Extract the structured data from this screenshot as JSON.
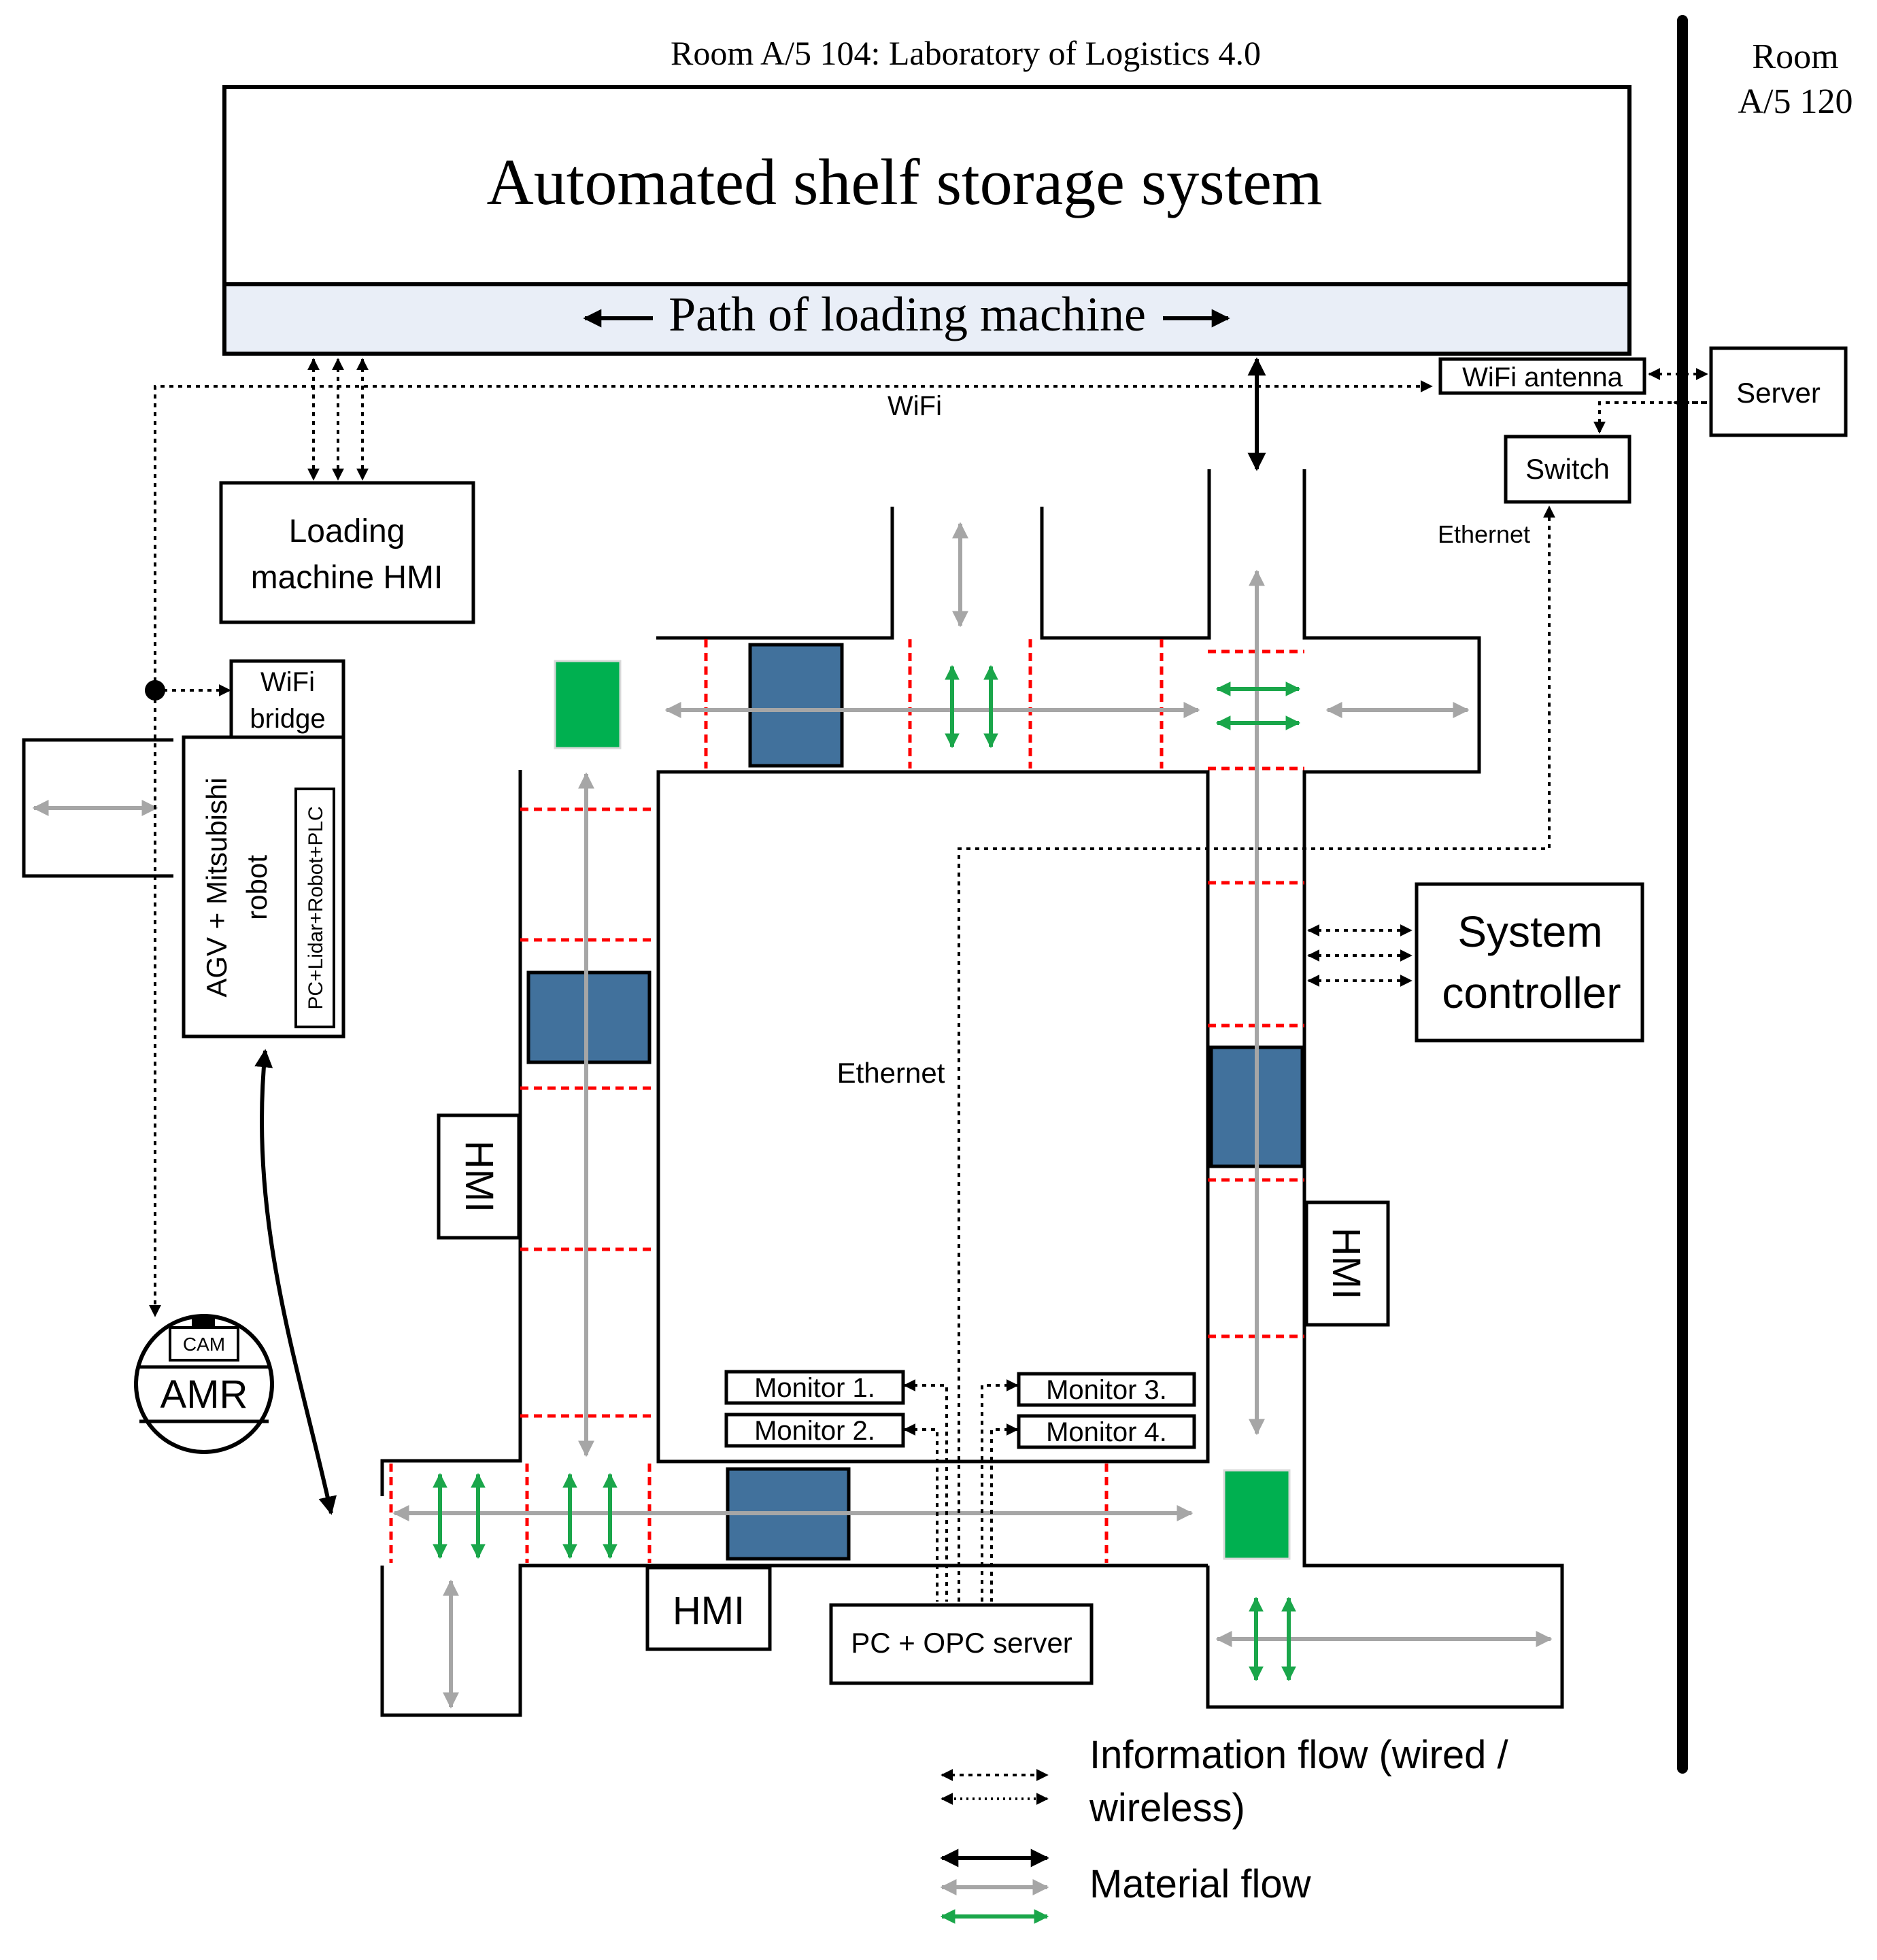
{
  "room_title": "Room A/5 104: Laboratory of Logistics 4.0",
  "room_right": [
    "Room",
    "A/5 120"
  ],
  "storage": {
    "title": "Automated shelf storage system",
    "path_label": "Path of loading machine"
  },
  "labels": {
    "wifi": "WiFi",
    "wifi_antenna": "WiFi antenna",
    "server": "Server",
    "switch": "Switch",
    "ethernet_small": "Ethernet",
    "ethernet_center": "Ethernet",
    "loading_hmi": [
      "Loading",
      "machine HMI"
    ],
    "wifi_bridge": [
      "WiFi",
      "bridge"
    ],
    "agv_robot": [
      "AGV + Mitsubishi",
      "robot"
    ],
    "agv_inner": "PC+Lidar+Robot+PLC",
    "system_controller": [
      "System",
      "controller"
    ],
    "hmi": "HMI",
    "cam": "CAM",
    "amr": "AMR",
    "monitors": [
      "Monitor 1.",
      "Monitor 2.",
      "Monitor 3.",
      "Monitor 4."
    ],
    "pc_opc": "PC + OPC server"
  },
  "legend": {
    "info_flow": [
      "Information flow (wired /",
      "wireless)"
    ],
    "material_flow": "Material flow"
  },
  "colors": {
    "line": "#000000",
    "material_gray": "#a6a6a6",
    "material_green": "#1aa64a",
    "station_blue": "#41719c",
    "station_green": "#00b050",
    "sensor_red": "#ff0000",
    "path_fill": "#e9eef7"
  }
}
